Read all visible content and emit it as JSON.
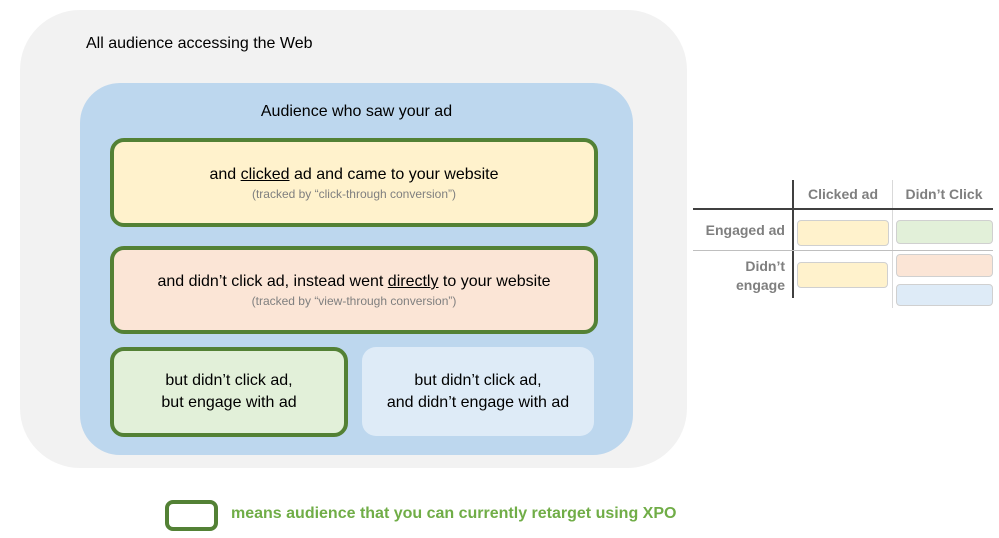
{
  "outer": {
    "label": "All audience accessing the Web"
  },
  "saw": {
    "label": "Audience who saw your ad"
  },
  "clicked": {
    "pre": "and ",
    "em": "clicked",
    "post": " ad and came to your website",
    "sub": "(tracked by “click-through conversion”)"
  },
  "direct": {
    "pre": "and didn’t click ad, instead went ",
    "em": "directly",
    "post": " to your website",
    "sub": "(tracked by “view-through conversion”)"
  },
  "engaged": {
    "line1": "but didn’t click ad,",
    "line2": "but engage with ad"
  },
  "notengaged": {
    "line1": "but didn’t click ad,",
    "line2": "and didn’t engage with ad"
  },
  "legend": {
    "text": "means audience that you can currently retarget using XPO",
    "color": "#70ad47"
  },
  "table": {
    "col1": "Clicked ad",
    "col2": "Didn’t Click",
    "row1": "Engaged ad",
    "row2a": "Didn’t",
    "row2b": "engage"
  },
  "colors": {
    "yellow": "#fff2cc",
    "pink": "#fbe5d6",
    "green": "#e2f0d9",
    "blue": "#deebf7",
    "border": "#538135"
  }
}
